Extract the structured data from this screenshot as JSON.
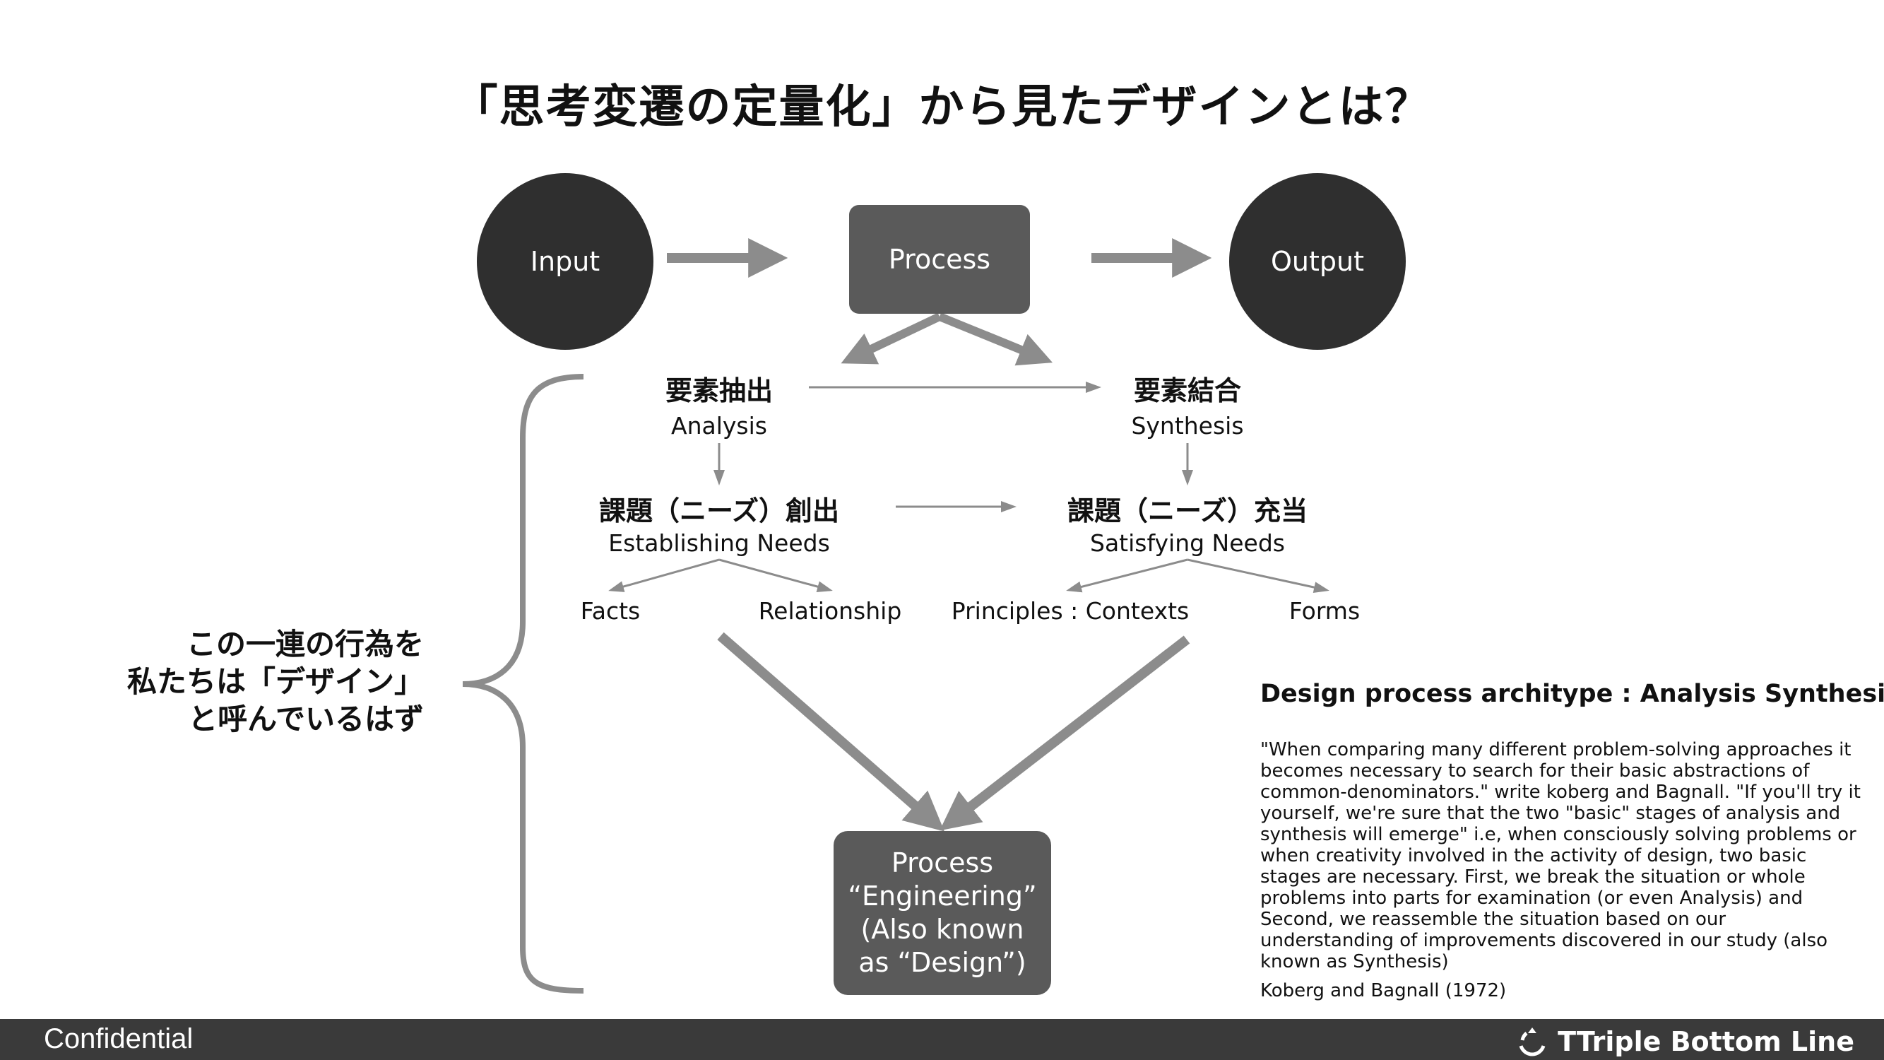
{
  "title": "「思考変遷の定量化」から見たデザインとは？",
  "flow": {
    "input": "Input",
    "process": "Process",
    "output": "Output"
  },
  "analysis": {
    "jp": "要素抽出",
    "en": "Analysis"
  },
  "synthesis": {
    "jp": "要素結合",
    "en": "Synthesis"
  },
  "establishing": {
    "jp": "課題（ニーズ）創出",
    "en": "Establishing Needs"
  },
  "satisfying": {
    "jp": "課題（ニーズ）充当",
    "en": "Satisfying Needs"
  },
  "leaves": {
    "facts": "Facts",
    "relationship": "Relationship",
    "principles": "Principles : Contexts",
    "forms": "Forms"
  },
  "engineering": {
    "line1": "Process",
    "line2": "“Engineering”",
    "line3": "(Also known",
    "line4": "as “Design”)"
  },
  "side_label": {
    "line1": "この一連の行為を",
    "line2": "私たちは「デザイン」",
    "line3": "と呼んでいるはず"
  },
  "archetype": {
    "title": "Design process architype : Analysis Synthesis",
    "quote": "\"When comparing many different problem-solving approaches it becomes necessary to search for their basic abstractions of common-denominators.\" write koberg and Bagnall. \"If you'll try it yourself, we're sure that the two \"basic\" stages of analysis and synthesis will emerge\" i.e, when consciously solving problems or when creativity involved in the activity of design, two basic stages are necessary. First, we break the situation or whole problems into parts for examination (or even Analysis) and Second, we reassemble the situation based on our understanding of improvements discovered in our study (also known as Synthesis)",
    "citation": "Koberg and Bagnall (1972)"
  },
  "footer": {
    "left": "Confidential",
    "brand": "TTriple Bottom Line"
  },
  "colors": {
    "dark_circle": "#2f2f2f",
    "process_box": "#5a5a5a",
    "arrow": "#8c8c8c",
    "footer_bg": "#3a3a3a"
  }
}
